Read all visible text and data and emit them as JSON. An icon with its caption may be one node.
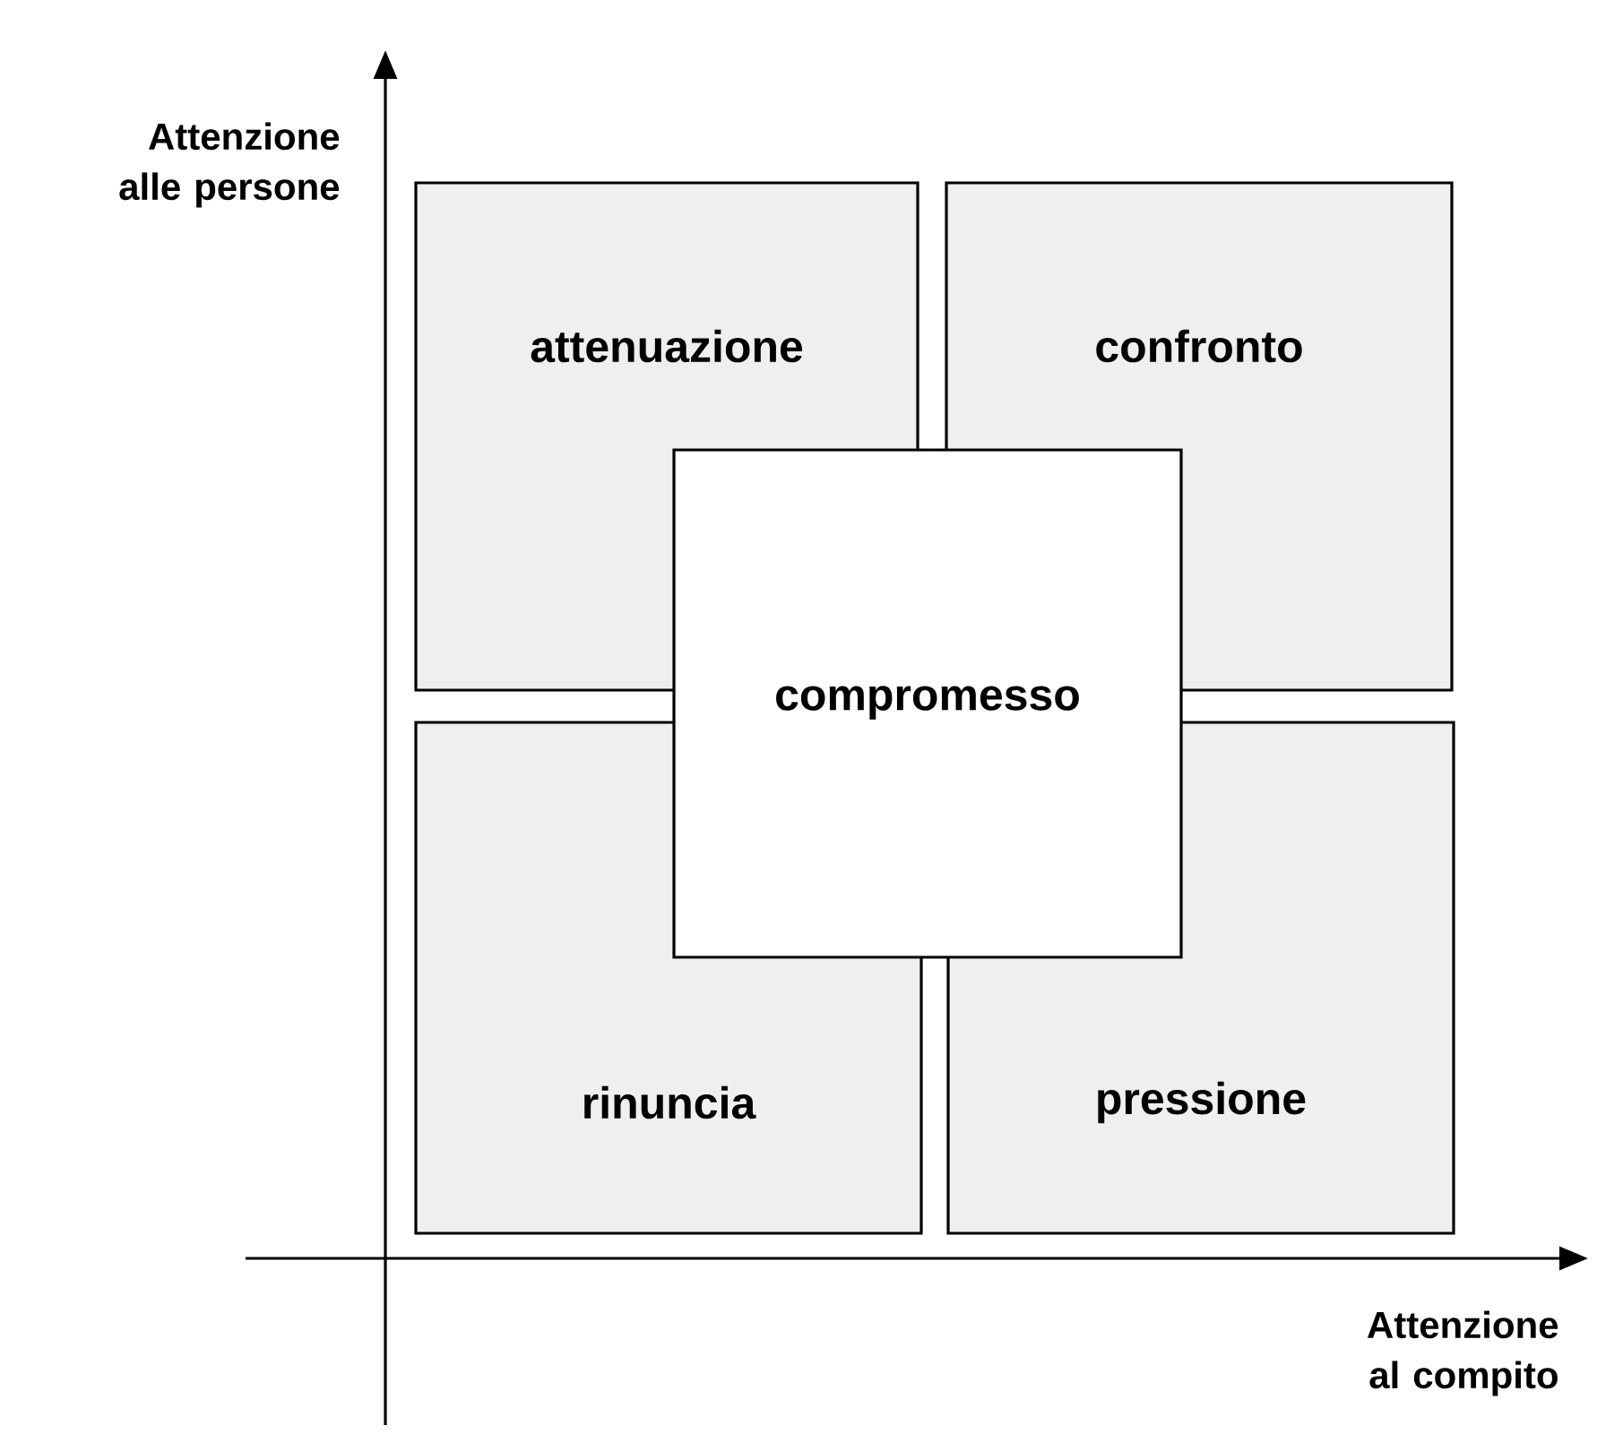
{
  "diagram": {
    "nodes": [
      {
        "text": [
          "attenuazione"
        ]
      },
      {
        "text": [
          "confronto"
        ]
      },
      {
        "text": [
          "rinuncia"
        ]
      },
      {
        "text": [
          "pressione"
        ]
      },
      {
        "text": [
          "compromesso"
        ]
      }
    ],
    "labels": [
      "Attenzione alle persone",
      "Attenzione al compito"
    ]
  }
}
